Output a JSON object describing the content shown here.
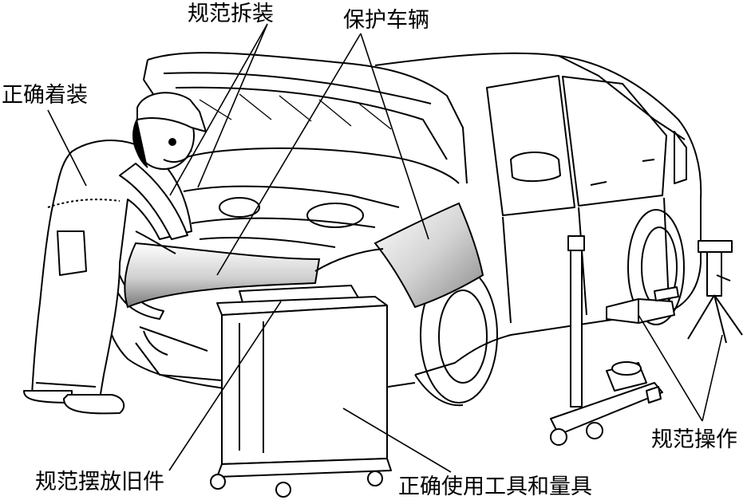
{
  "labels": {
    "correct_dress": "正确着装",
    "standard_disassembly": "规范拆装",
    "protect_vehicle": "保护车辆",
    "standard_operation": "规范操作",
    "place_old_parts": "规范摆放旧件",
    "use_tools_gauges": "正确使用工具和量具"
  }
}
